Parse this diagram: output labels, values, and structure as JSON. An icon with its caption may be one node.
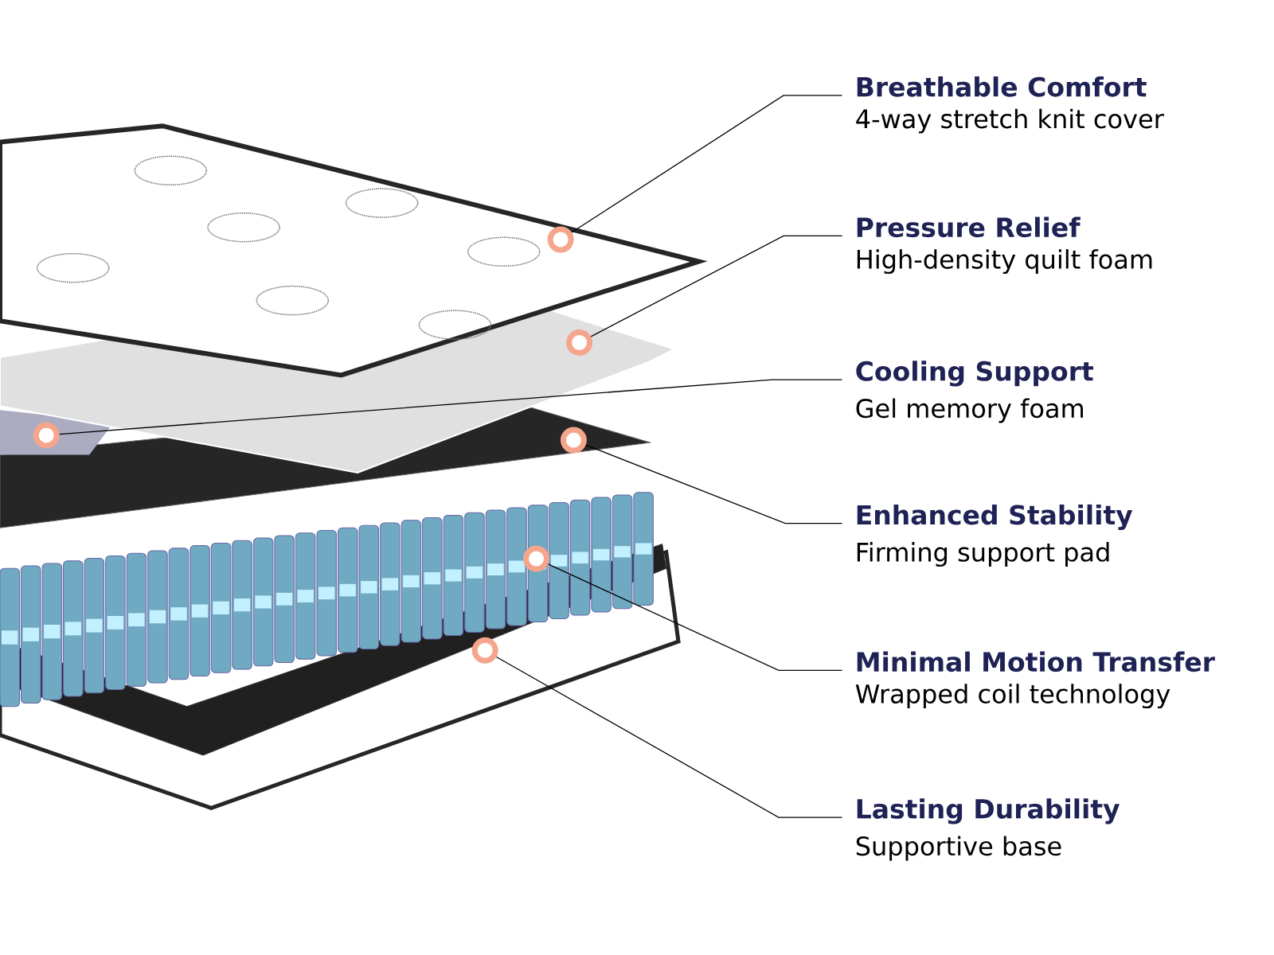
{
  "diagram": {
    "nodes": [
      {
        "text": [
          "Breathable Comfort",
          "4-way stretch knit cover"
        ]
      },
      {
        "text": [
          "Pressure Relief",
          "High-density quilt foam"
        ]
      },
      {
        "text": [
          "Cooling Support",
          "Gel memory foam"
        ]
      },
      {
        "text": [
          "Enhanced Stability",
          "Firming support pad"
        ]
      },
      {
        "text": [
          "Minimal Motion Transfer",
          "Wrapped coil technology"
        ]
      },
      {
        "text": [
          "Lasting Durability",
          "Supportive base"
        ]
      },
      {
        "text": [],
        "shape": "circle"
      },
      {
        "text": [],
        "shape": "circle"
      },
      {
        "text": [],
        "shape": "circle"
      },
      {
        "text": [],
        "shape": "circle"
      },
      {
        "text": [],
        "shape": "circle"
      },
      {
        "text": [],
        "shape": "circle"
      }
    ],
    "edges": [
      {
        "from": 0,
        "to": 6,
        "arrow": "none"
      },
      {
        "from": 1,
        "to": 7,
        "arrow": "none"
      },
      {
        "from": 2,
        "to": 8,
        "arrow": "none"
      },
      {
        "from": 3,
        "to": 9,
        "arrow": "none"
      },
      {
        "from": 4,
        "to": 10,
        "arrow": "none"
      },
      {
        "from": 5,
        "to": 11,
        "arrow": "none"
      }
    ]
  }
}
